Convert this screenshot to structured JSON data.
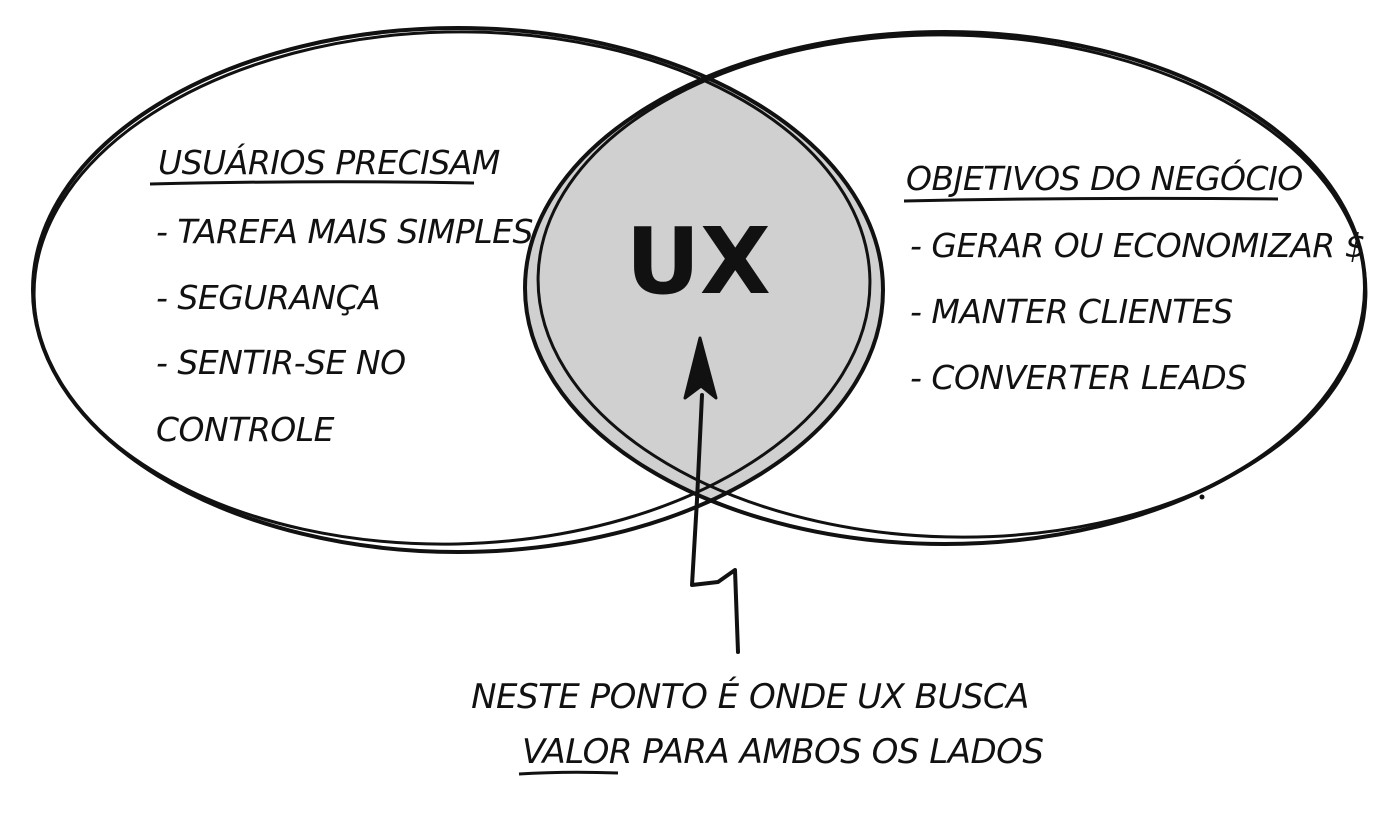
{
  "colors": {
    "ink": "#111111",
    "intersection_fill": "#d0d0d0",
    "background": "#ffffff"
  },
  "left_circle": {
    "title": "USUÁRIOS PRECISAM",
    "items": [
      "- TAREFA MAIS SIMPLES",
      "- SEGURANÇA",
      "- SENTIR-SE NO",
      "CONTROLE"
    ]
  },
  "right_circle": {
    "title": "OBJETIVOS DO NEGÓCIO",
    "items": [
      "- GERAR OU ECONOMIZAR $",
      "- MANTER CLIENTES",
      "- CONVERTER LEADS"
    ]
  },
  "intersection": {
    "label": "UX"
  },
  "annotation": {
    "line1": "NESTE PONTO É ONDE UX BUSCA",
    "line2_underlined": "VALOR",
    "line2_rest": " PARA AMBOS OS LADOS"
  }
}
